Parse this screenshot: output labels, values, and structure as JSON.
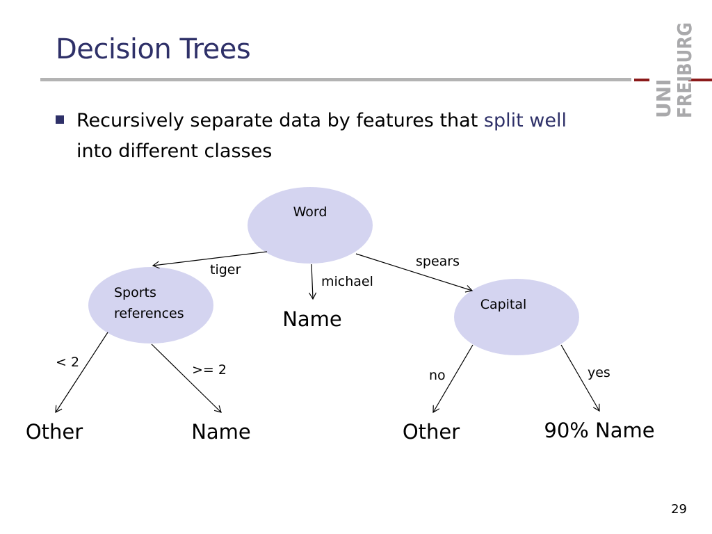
{
  "slide": {
    "title": "Decision Trees",
    "page_number": "29",
    "bullet": {
      "text_before": "Recursively separate data by features that ",
      "text_highlight": "split well",
      "text_after": " into different classes"
    }
  },
  "logo": {
    "line1": "UNI",
    "line2": "FREIBURG",
    "text_color": "#a9a9ab",
    "bar_color": "#8b1a1a"
  },
  "colors": {
    "title": "#2e3068",
    "node_fill": "#d4d4f0",
    "edge": "#000000"
  },
  "tree": {
    "nodes": {
      "word": "Word",
      "sports_line1": "Sports",
      "sports_line2": "references",
      "capital": "Capital"
    },
    "edges": {
      "tiger": "tiger",
      "michael": "michael",
      "spears": "spears",
      "lt2": "< 2",
      "ge2": ">= 2",
      "no": "no",
      "yes": "yes"
    },
    "leaves": {
      "name_center": "Name",
      "other_left": "Other",
      "name_left": "Name",
      "other_right": "Other",
      "name_90": "90% Name"
    }
  }
}
